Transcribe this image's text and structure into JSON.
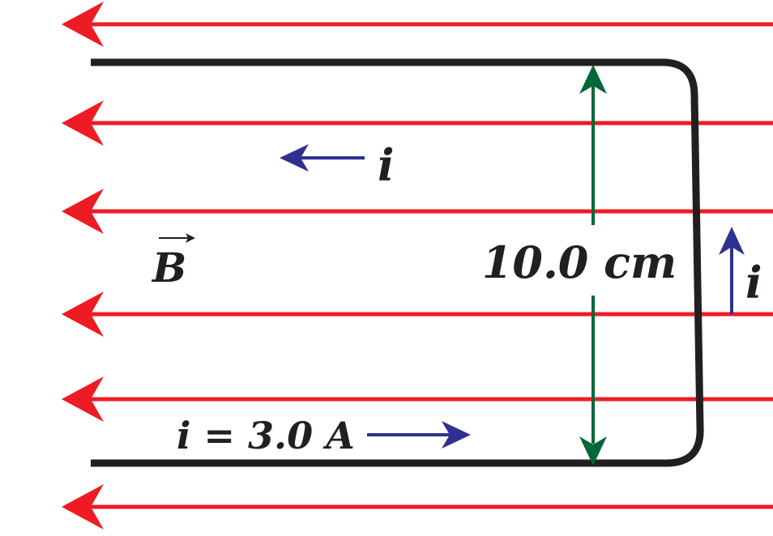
{
  "diagram": {
    "field_symbol": "B",
    "current_label_top": "i",
    "current_label_right": "i",
    "current_label_bottom": "i = 3.0 A",
    "dimension_label": "10.0 cm",
    "colors": {
      "field_lines": "#ed1c24",
      "loop_wire": "#231f20",
      "current_arrows": "#2e3192",
      "dimension_arrow": "#006838"
    },
    "field_direction": "left",
    "field_line_count": 6
  }
}
